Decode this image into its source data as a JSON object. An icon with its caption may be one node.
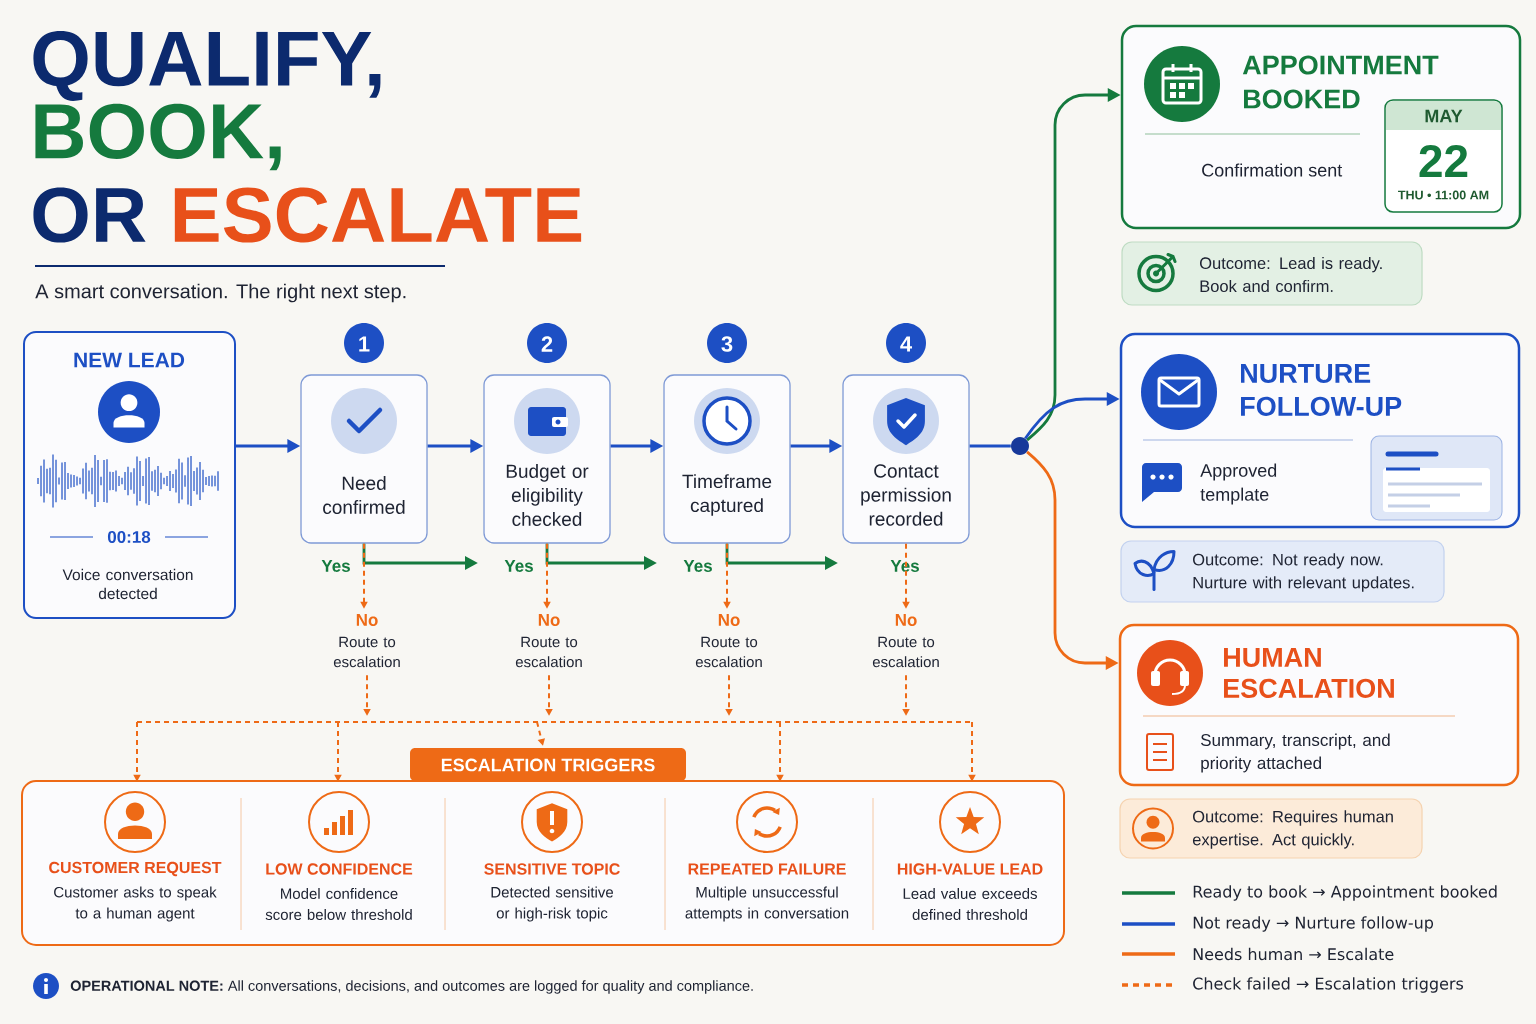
{
  "diagram": {
    "nodes": [
      {
        "text": [
          "NEW LEAD",
          "00:18",
          "Voice conversation detected"
        ]
      },
      {
        "text": [
          "1",
          "Need confirmed"
        ]
      },
      {
        "text": [
          "2",
          "Budget or eligibility checked"
        ]
      },
      {
        "text": [
          "3",
          "Timeframe captured"
        ]
      },
      {
        "text": [
          "4",
          "Contact permission recorded"
        ],
        "beside": [
          "Yes"
        ]
      },
      {
        "text": [
          "No",
          "Route to escalation"
        ]
      },
      {
        "text": [
          "No",
          "Route to escalation"
        ]
      },
      {
        "text": [
          "No",
          "Route to escalation"
        ]
      },
      {
        "text": [
          "No",
          "Route to escalation"
        ]
      },
      {
        "text": [
          "ESCALATION TRIGGERS"
        ]
      },
      {
        "text": [
          "CUSTOMER REQUEST",
          "Customer asks to speak to a human agent"
        ],
        "in": 9
      },
      {
        "text": [
          "LOW CONFIDENCE",
          "Model confidence score below threshold"
        ],
        "in": 9
      },
      {
        "text": [
          "SENSITIVE TOPIC",
          "Detected sensitive or high-risk topic"
        ],
        "in": 9
      },
      {
        "text": [
          "REPEATED FAILURE",
          "Multiple unsuccessful attempts in conversation"
        ],
        "in": 9
      },
      {
        "text": [
          "HIGH-VALUE LEAD",
          "Lead value exceeds defined threshold"
        ],
        "in": 9
      },
      {
        "text": [],
        "shape": "circle"
      },
      {
        "text": [
          "APPOINTMENT BOOKED",
          "Confirmation sent"
        ]
      },
      {
        "text": [
          "MAY",
          "22",
          "THU • 11:00 AM"
        ],
        "in": 16
      },
      {
        "text": [
          "Outcome: Lead is ready. Book and confirm."
        ]
      },
      {
        "text": [
          "NURTURE FOLLOW-UP",
          "Approved template"
        ]
      },
      {
        "text": [
          "Outcome: Not ready now. Nurture with relevant updates."
        ]
      },
      {
        "text": [
          "HUMAN ESCALATION",
          "Summary, transcript, and priority attached"
        ]
      },
      {
        "text": [
          "Outcome: Requires human expertise. Act quickly."
        ]
      }
    ],
    "edges": [
      {
        "from": 0,
        "to": 1,
        "arrow": "to",
        "color": "#1d4fc4"
      },
      {
        "from": 1,
        "to": 2,
        "arrow": "to",
        "color": "#1d4fc4"
      },
      {
        "from": 2,
        "to": 3,
        "arrow": "to",
        "color": "#1d4fc4"
      },
      {
        "from": 3,
        "to": 4,
        "arrow": "to",
        "color": "#1d4fc4"
      },
      {
        "from": 4,
        "to": 15,
        "arrow": "none",
        "color": "#1d4fc4"
      },
      {
        "from": 15,
        "to": 16,
        "arrow": "to",
        "color": "#157a3e"
      },
      {
        "from": 15,
        "to": 19,
        "arrow": "to",
        "color": "#1d4fc4"
      },
      {
        "from": 15,
        "to": 21,
        "arrow": "to",
        "color": "#ee6a16"
      },
      {
        "from": 1,
        "to": null,
        "arrow": "to",
        "label": "Yes",
        "color": "#157a3e"
      },
      {
        "from": 2,
        "to": null,
        "arrow": "to",
        "label": "Yes",
        "color": "#157a3e"
      },
      {
        "from": 3,
        "to": null,
        "arrow": "to",
        "label": "Yes",
        "color": "#157a3e"
      },
      {
        "from": 1,
        "to": 5,
        "arrow": "to",
        "style": "dashed",
        "color": "#ee6a16"
      },
      {
        "from": 2,
        "to": 6,
        "arrow": "to",
        "style": "dashed",
        "color": "#ee6a16"
      },
      {
        "from": 3,
        "to": 7,
        "arrow": "to",
        "style": "dashed",
        "color": "#ee6a16"
      },
      {
        "from": 4,
        "to": 8,
        "arrow": "to",
        "style": "dashed",
        "color": "#ee6a16"
      },
      {
        "from": 5,
        "to": null,
        "arrow": "to",
        "style": "dashed",
        "color": "#ee6a16"
      },
      {
        "from": 6,
        "to": null,
        "arrow": "to",
        "style": "dashed",
        "color": "#ee6a16"
      },
      {
        "from": 7,
        "to": null,
        "arrow": "to",
        "style": "dashed",
        "color": "#ee6a16"
      },
      {
        "from": 8,
        "to": null,
        "arrow": "to",
        "style": "dashed",
        "color": "#ee6a16"
      },
      {
        "from": null,
        "to": 10,
        "arrow": "to",
        "style": "dashed",
        "color": "#ee6a16"
      },
      {
        "from": null,
        "to": 11,
        "arrow": "to",
        "style": "dashed",
        "color": "#ee6a16"
      },
      {
        "from": null,
        "to": 9,
        "arrow": "to",
        "style": "dashed",
        "color": "#ee6a16"
      },
      {
        "from": null,
        "to": 13,
        "arrow": "to",
        "style": "dashed",
        "color": "#ee6a16"
      },
      {
        "from": null,
        "to": 14,
        "arrow": "to",
        "style": "dashed",
        "color": "#ee6a16"
      }
    ],
    "labels": [
      "QUALIFY,",
      "BOOK,",
      "OR",
      "ESCALATE",
      "A smart conversation. The right next step.",
      "**OPERATIONAL NOTE:** All conversations, decisions, and outcomes are logged for quality and compliance."
    ],
    "legend": [
      {
        "text": "Ready to book → Appointment booked"
      },
      {
        "text": "Not ready → Nurture follow-up"
      },
      {
        "text": "Needs human → Escalate"
      },
      {
        "text": "Check failed → Escalation triggers"
      }
    ]
  }
}
